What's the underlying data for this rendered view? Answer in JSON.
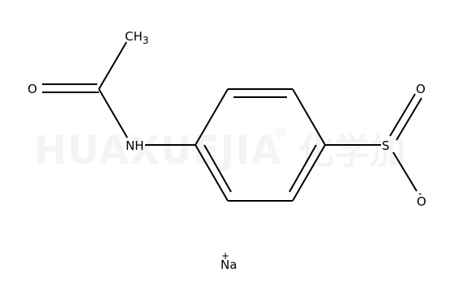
{
  "watermark": {
    "latin": "HUAXUEJIA",
    "registered": "®",
    "chinese": "化学加"
  },
  "atoms": {
    "methyl": {
      "main": "CH",
      "sub": "3"
    },
    "carbonyl_oxygen": "O",
    "amide_nh": "NH",
    "sulfur": "S",
    "sulfinyl_oxygen": "O",
    "oxide_oxygen": "O",
    "oxide_charge": "-",
    "sodium": "Na",
    "sodium_charge": "+"
  }
}
